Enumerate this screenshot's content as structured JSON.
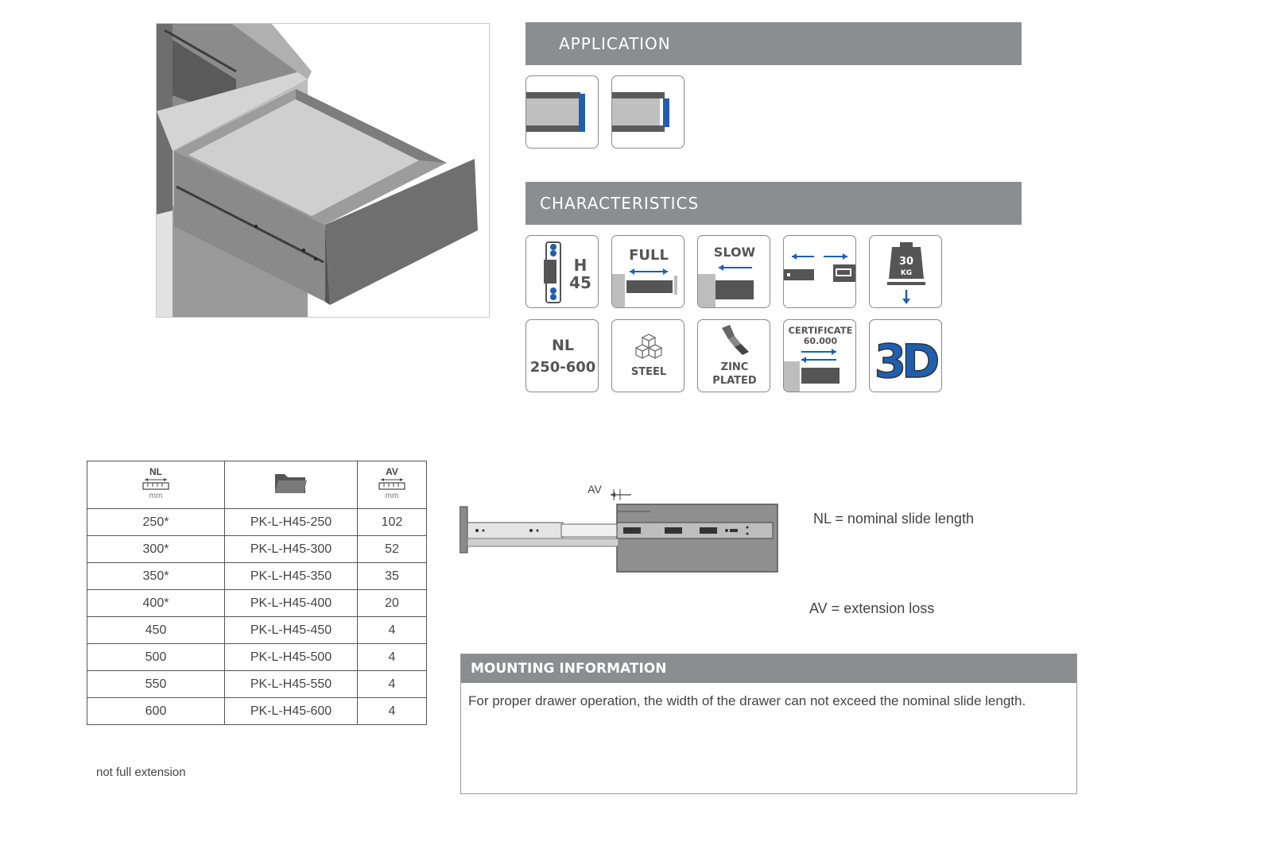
{
  "application": {
    "title": "APPLICATION"
  },
  "characteristics": {
    "title": "CHARACTERISTICS",
    "tiles": {
      "height_letter": "H",
      "height_value": "45",
      "full": "FULL",
      "slow": "SLOW",
      "load_value": "30",
      "load_unit": "KG",
      "nl_label": "NL",
      "nl_range": "250-600",
      "steel": "STEEL",
      "zinc_line1": "ZINC",
      "zinc_line2": "PLATED",
      "cert_line1": "CERTIFICATE",
      "cert_line2": "60.000",
      "three_d": "3D"
    }
  },
  "table": {
    "nl_header": "NL",
    "av_header": "AV",
    "unit": "mm",
    "rows": [
      {
        "nl": "250*",
        "article": "PK-L-H45-250",
        "av": "102"
      },
      {
        "nl": "300*",
        "article": "PK-L-H45-300",
        "av": "52"
      },
      {
        "nl": "350*",
        "article": "PK-L-H45-350",
        "av": "35"
      },
      {
        "nl": "400*",
        "article": "PK-L-H45-400",
        "av": "20"
      },
      {
        "nl": "450",
        "article": "PK-L-H45-450",
        "av": "4"
      },
      {
        "nl": "500",
        "article": "PK-L-H45-500",
        "av": "4"
      },
      {
        "nl": "550",
        "article": "PK-L-H45-550",
        "av": "4"
      },
      {
        "nl": "600",
        "article": "PK-L-H45-600",
        "av": "4"
      }
    ],
    "footnote": "not full extension"
  },
  "diagram": {
    "av_label": "AV"
  },
  "legend": {
    "nl": "NL = nominal slide length",
    "av": "AV =  extension loss"
  },
  "mounting": {
    "title": "MOUNTING INFORMATION",
    "text": "For proper drawer operation, the width of the drawer can not exceed the nominal slide length."
  },
  "colors": {
    "header_gray": "#8c8d8f",
    "accent_blue": "#1f5fb0",
    "dark_gray": "#555555"
  }
}
